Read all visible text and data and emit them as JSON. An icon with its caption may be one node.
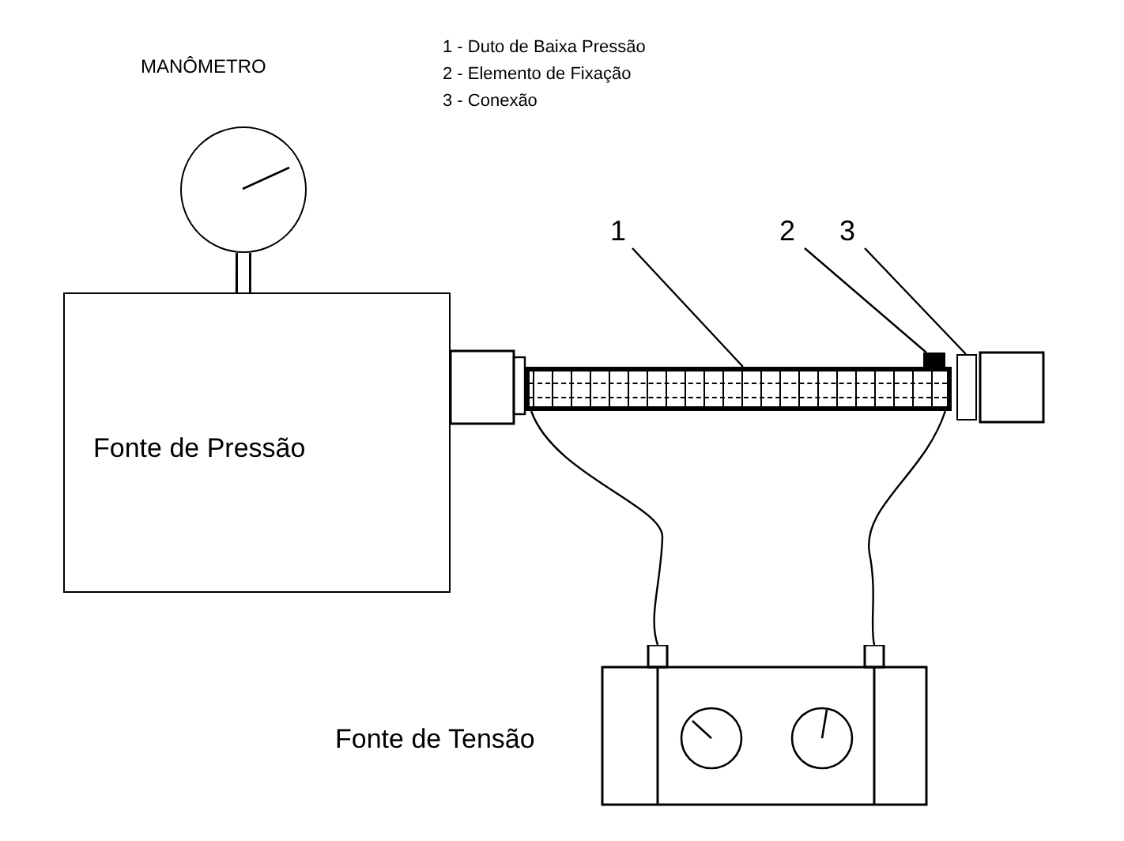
{
  "diagram": {
    "nodes": [
      {
        "text": [
          "MANÔMETRO"
        ]
      },
      {
        "text": [
          "Fonte de Pressão"
        ]
      },
      {
        "text": [
          "1"
        ]
      },
      {
        "text": [
          "2"
        ]
      },
      {
        "text": [
          "3"
        ]
      },
      {
        "text": [],
        "shape": "bar"
      },
      {
        "text": [],
        "shape": "box"
      },
      {
        "text": [],
        "shape": "box"
      },
      {
        "text": [
          "Fonte de Tensão"
        ]
      }
    ],
    "edges": [
      {
        "from": 0,
        "to": 1,
        "arrow": "none"
      },
      {
        "from": 2,
        "to": 5,
        "arrow": "none"
      },
      {
        "from": 3,
        "to": 6,
        "arrow": "none"
      },
      {
        "from": 4,
        "to": 7,
        "arrow": "none"
      },
      {
        "from": 5,
        "to": 8,
        "arrow": "none"
      },
      {
        "from": 5,
        "to": 8,
        "arrow": "none"
      }
    ],
    "labels": [
      "1 - Duto de Baixa Pressão",
      "2 - Elemento de Fixação",
      "3 - Conexão"
    ]
  }
}
